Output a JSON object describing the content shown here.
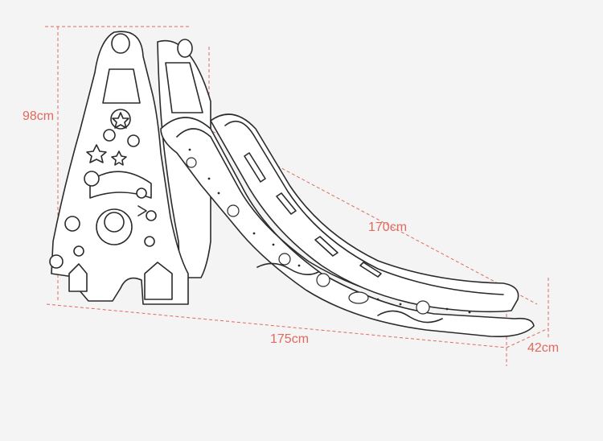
{
  "product": "toddler-slide",
  "dimensions": {
    "height": "98cm",
    "slide_length": "170cm",
    "total_length": "175cm",
    "width": "42cm"
  },
  "colors": {
    "background": "#f4f4f4",
    "outline": "#2b2b2b",
    "dimension_lines": "#e06a5e"
  }
}
